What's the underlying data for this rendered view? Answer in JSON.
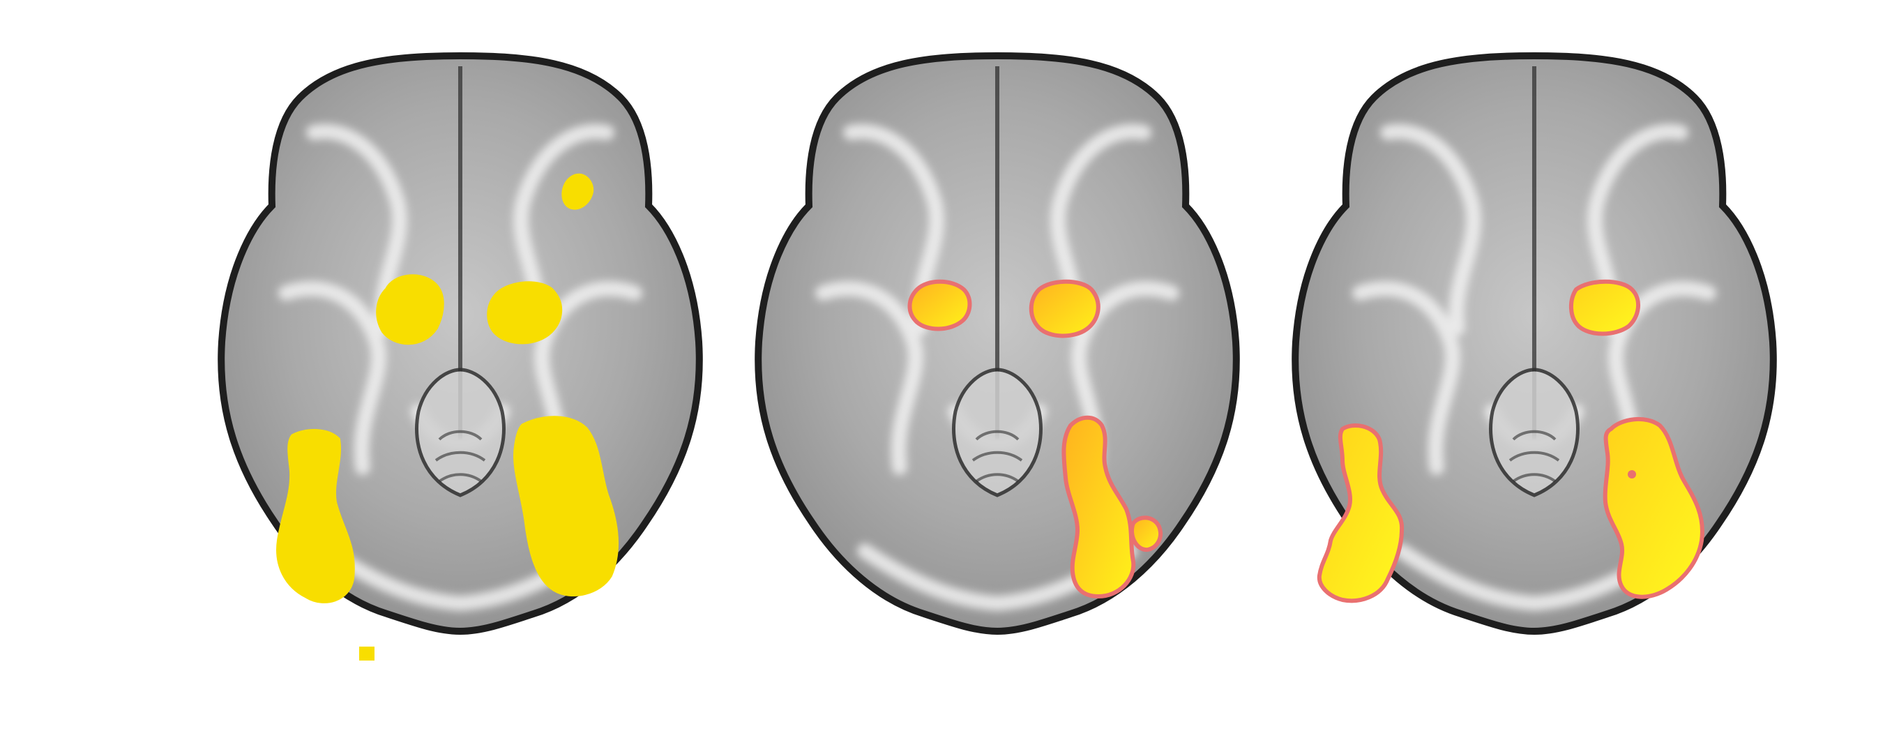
{
  "figure": {
    "panels": [
      {
        "id": "panel-1",
        "overlay_style": "solid",
        "overlay_color": "#F8DE00",
        "outline_color": "#F8DE00"
      },
      {
        "id": "panel-2",
        "overlay_style": "gradient",
        "overlay_color": "#FFC21A",
        "outline_color": "#E97070"
      },
      {
        "id": "panel-3",
        "overlay_style": "gradient",
        "overlay_color": "#FFE81A",
        "outline_color": "#E97070"
      }
    ],
    "colors": {
      "background": "#FFFFFF",
      "brain_outline": "#1E1E1E",
      "brain_gray": "#9A9A9A",
      "white_matter": "#EDEDED"
    }
  }
}
